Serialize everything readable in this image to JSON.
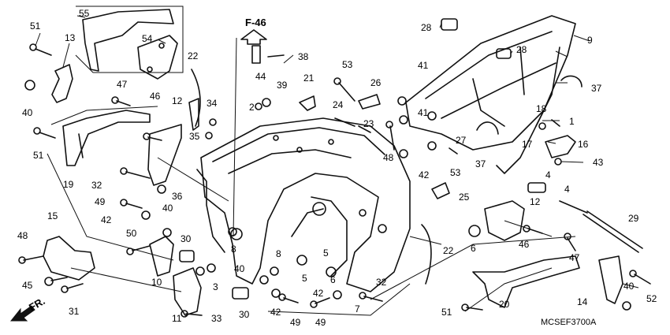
{
  "diagram": {
    "ref_label": "F-46",
    "front_label": "FR.",
    "code": "MCSEF3700A",
    "callouts": [
      "1",
      "2",
      "3",
      "4",
      "5",
      "6",
      "7",
      "8",
      "9",
      "10",
      "11",
      "12",
      "13",
      "14",
      "15",
      "16",
      "17",
      "18",
      "19",
      "20",
      "21",
      "22",
      "23",
      "24",
      "25",
      "26",
      "27",
      "28",
      "29",
      "30",
      "31",
      "32",
      "33",
      "34",
      "35",
      "36",
      "37",
      "38",
      "39",
      "40",
      "41",
      "42",
      "43",
      "44",
      "45",
      "46",
      "47",
      "48",
      "49",
      "50",
      "51",
      "52",
      "53",
      "54",
      "55"
    ]
  }
}
